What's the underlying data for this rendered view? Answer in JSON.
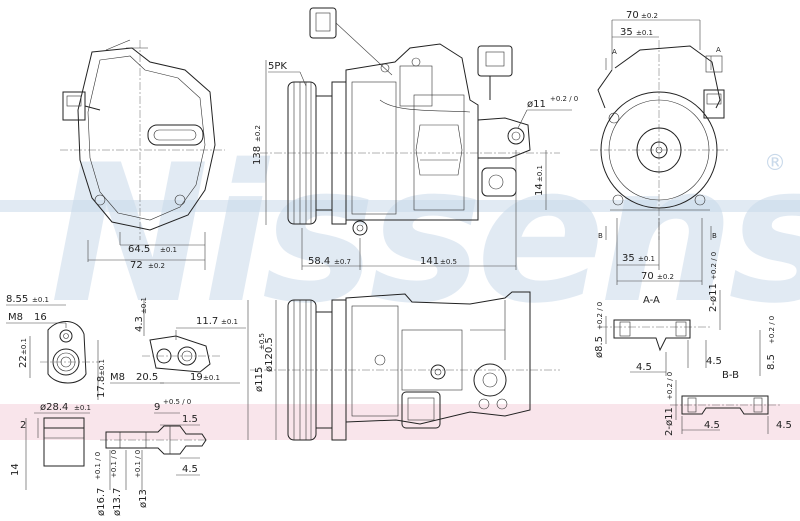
{
  "watermark": {
    "brand": "Nissens",
    "registered_mark": "®"
  },
  "colors": {
    "line": "#222222",
    "watermark": "#c9d9ea",
    "band_blue": "#a9c3dd",
    "band_pink": "#f2c6d2"
  },
  "labels": {
    "width_70": "70",
    "width_70_tol": "±0.2",
    "width_35": "35",
    "width_35_tol": "±0.1",
    "section_a": "A",
    "section_b": "B",
    "pulley_5pk": "5PK",
    "hole_11": "ø11",
    "hole_11_tol": "+0.2 / 0",
    "height_138": "138",
    "height_138_tol": "±0.2",
    "height_14": "14",
    "height_14_tol": "±0.1",
    "dim_64_5": "64.5",
    "dim_64_5_tol": "±0.1",
    "dim_72": "72",
    "dim_72_tol": "±0.2",
    "dim_58_4": "58.4",
    "dim_58_4_tol": "±0.7",
    "dim_141": "141",
    "dim_141_tol": "±0.5",
    "right_35": "35",
    "right_35_tol": "±0.1",
    "right_70": "70",
    "right_70_tol": "±0.2",
    "dim_8_55": "8.55",
    "dim_8_55_tol": "±0.1",
    "thread_m8_16": "M8",
    "thread_m8_16_b": "16",
    "dim_22": "22",
    "dim_22_tol": "±0.1",
    "dim_17_8": "17.8",
    "dim_17_8_tol": "±0.1",
    "dim_4_3": "4.3",
    "dim_4_3_tol": "±0.1",
    "dim_11_7": "11.7",
    "dim_11_7_tol": "±0.1",
    "thread_m8_20": "M8",
    "thread_m8_20_b": "20.5",
    "dim_19": "19",
    "dim_19_tol": "±0.1",
    "dia_120_5": "ø120.5",
    "dia_115": "ø115",
    "dia_115_tol": "±0.5",
    "section_aa": "A-A",
    "section_bb": "B-B",
    "dim_2_11": "2-ø11",
    "dim_2_11_tol": "+0.2 / 0",
    "dia_8_5": "ø8.5",
    "dia_8_5_tol": "+0.2 / 0",
    "dim_4_5_a": "4.5",
    "dim_4_5_b": "4.5",
    "dim_8_5_r": "8.5",
    "dim_8_5_r_tol": "+0.2 / 0",
    "dim_2_11_b": "2-ø11",
    "dim_2_11_b_tol": "+0.2 / 0",
    "dim_4_5_c": "4.5",
    "dim_4_5_d": "4.5",
    "dia_28_4": "ø28.4",
    "dia_28_4_tol": "±0.1",
    "dim_2": "2",
    "dim_14": "14",
    "dim_9": "9",
    "dim_9_tol": "+0.5 / 0",
    "dim_1_5": "1.5",
    "dim_4_5_e": "4.5",
    "dia_16_7": "ø16.7",
    "dia_16_7_tol": "+0.1 / 0",
    "dia_13_7": "ø13.7",
    "dia_13_7_tol": "+0.1 / 0",
    "dia_13": "ø13",
    "dia_13_tol": "+0.1 / 0"
  }
}
